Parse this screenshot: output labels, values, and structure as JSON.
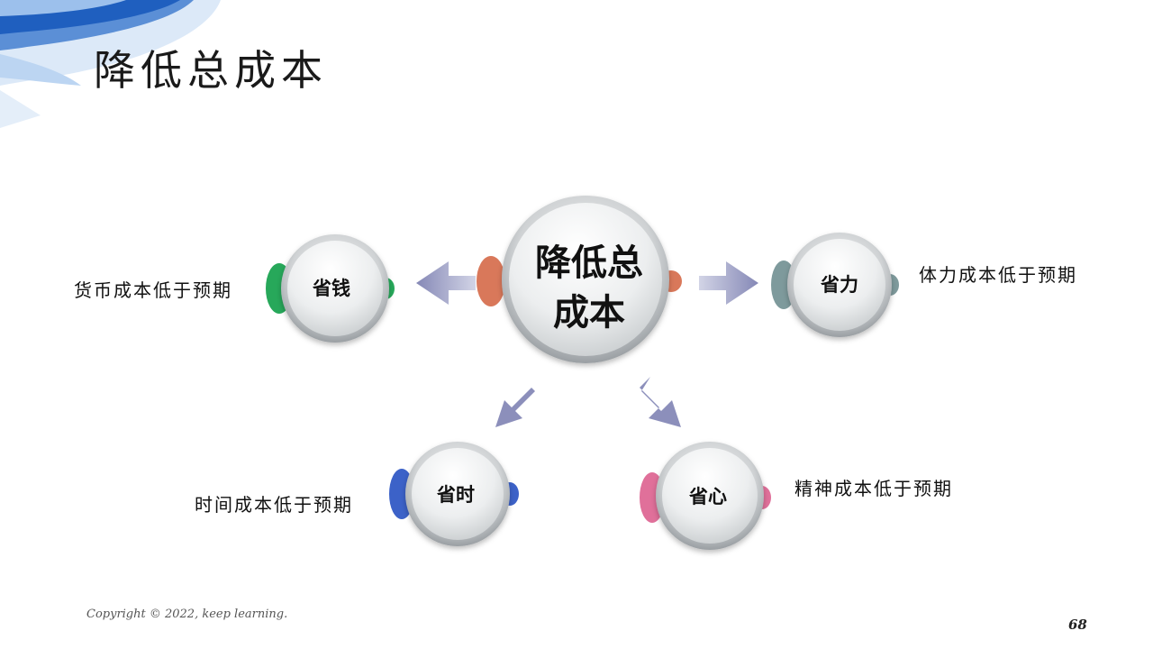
{
  "title": "降低总成本",
  "center_node": {
    "line1": "降低总",
    "line2": "成本"
  },
  "nodes": [
    {
      "id": "money",
      "label": "省钱",
      "accent": "#27a85a",
      "description": "货币成本低于预期"
    },
    {
      "id": "effort",
      "label": "省力",
      "accent": "#7e9a9c",
      "description": "体力成本低于预期"
    },
    {
      "id": "time",
      "label": "省时",
      "accent": "#3c62c8",
      "description": "时间成本低于预期"
    },
    {
      "id": "mind",
      "label": "省心",
      "accent": "#e0709a",
      "description": "精神成本低于预期"
    }
  ],
  "center_accent": "#d9785a",
  "arrow_color": "#8a8db8",
  "footer": {
    "copyright": "Copyright © 2022, keep learning.",
    "page_number": "68"
  }
}
